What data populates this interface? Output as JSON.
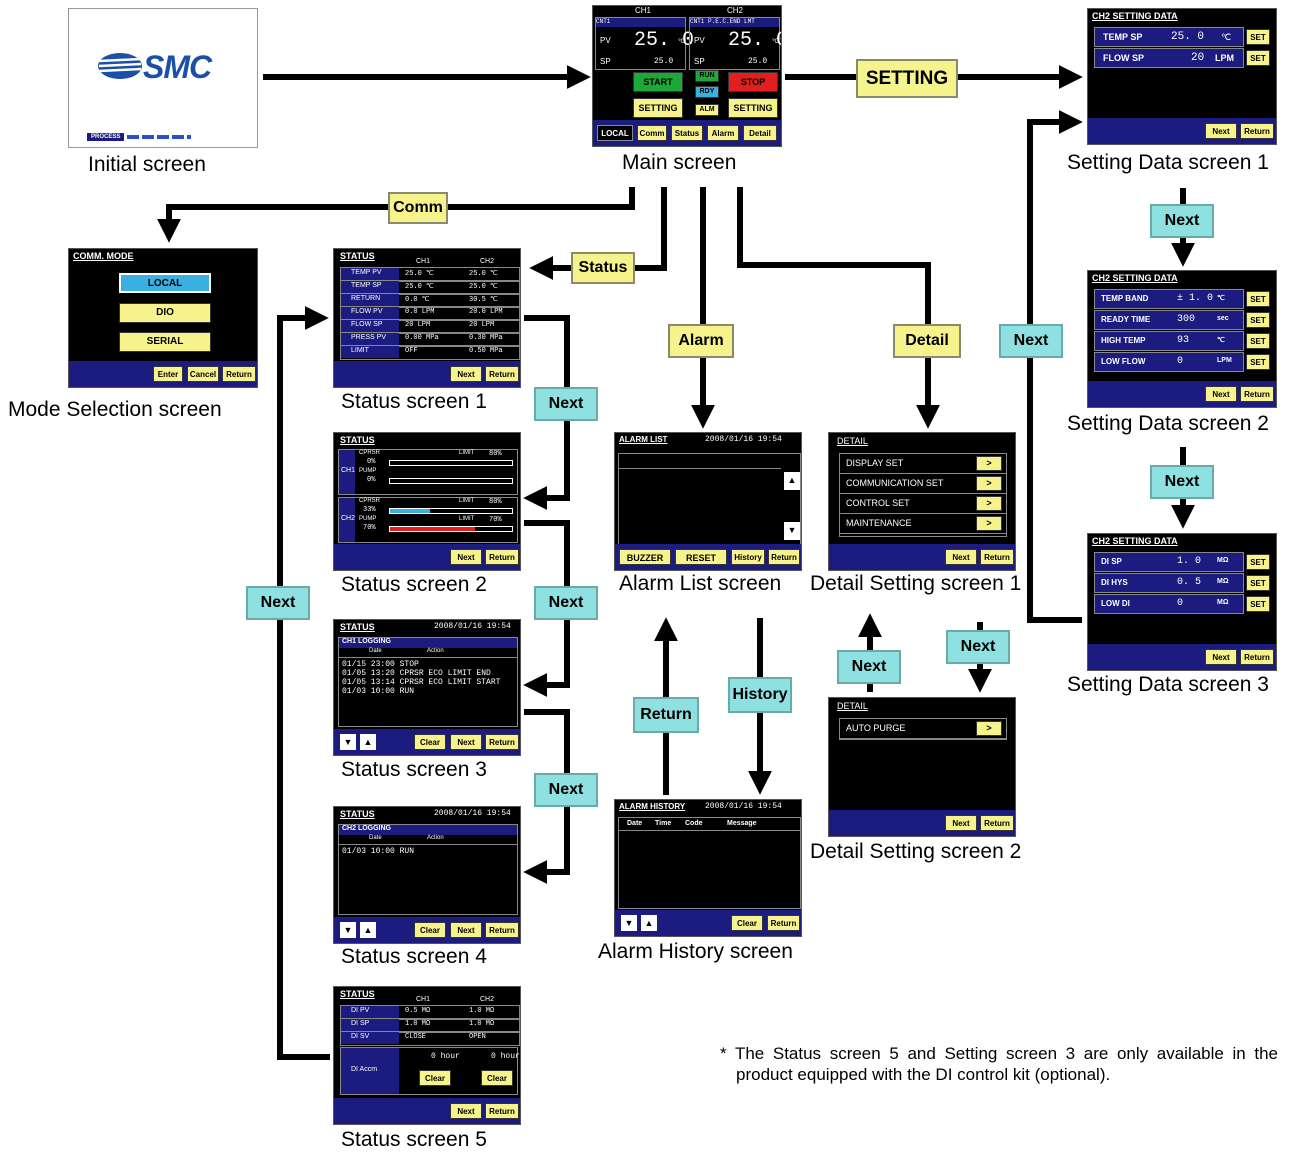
{
  "captions": {
    "initial": "Initial screen",
    "main": "Main screen",
    "setting1": "Setting Data screen 1",
    "setting2": "Setting Data screen 2",
    "setting3": "Setting Data screen 3",
    "mode": "Mode Selection screen",
    "status1": "Status screen 1",
    "status2": "Status screen 2",
    "status3": "Status screen 3",
    "status4": "Status screen 4",
    "status5": "Status screen 5",
    "alarm_list": "Alarm List screen",
    "alarm_history": "Alarm History screen",
    "detail1": "Detail Setting screen 1",
    "detail2": "Detail Setting screen 2"
  },
  "flow_labels": {
    "setting": "SETTING",
    "comm": "Comm",
    "status": "Status",
    "alarm": "Alarm",
    "detail": "Detail",
    "next": "Next",
    "return": "Return",
    "history": "History"
  },
  "footnote": "* The Status screen 5 and Setting screen 3 are only available in the product equipped with the DI control kit (optional).",
  "initial_screen": {
    "logo": "SMC",
    "process": "PROCESS"
  },
  "main_screen": {
    "ch1": "CH1",
    "ch2": "CH2",
    "ch1_tag": "CNT1",
    "ch2_tag": "CNT1 P.E.C.END LMT",
    "pv_label": "PV",
    "sp_label": "SP",
    "ch1_pv": "25. 0",
    "ch2_pv": "25. 0",
    "unit": "℃",
    "ch1_sp": "25.0",
    "ch2_sp": "25.0",
    "start": "START",
    "stop": "STOP",
    "run": "RUN",
    "rdy": "RDY",
    "alm": "ALM",
    "setting": "SETTING",
    "local": "LOCAL",
    "comm": "Comm",
    "status": "Status",
    "alarm": "Alarm",
    "detail": "Detail"
  },
  "setting1": {
    "title": "CH2 SETTING DATA",
    "rows": [
      {
        "label": "TEMP SP",
        "value": "25. 0",
        "unit": "℃",
        "btn": "SET"
      },
      {
        "label": "FLOW SP",
        "value": "20",
        "unit": "LPM",
        "btn": "SET"
      }
    ],
    "next": "Next",
    "return": "Return"
  },
  "setting2": {
    "title": "CH2 SETTING DATA",
    "rows": [
      {
        "label": "TEMP BAND",
        "value": "± 1. 0",
        "unit": "℃",
        "btn": "SET"
      },
      {
        "label": "READY TIME",
        "value": "300",
        "unit": "sec",
        "btn": "SET"
      },
      {
        "label": "HIGH TEMP",
        "value": "93",
        "unit": "℃",
        "btn": "SET"
      },
      {
        "label": "LOW FLOW",
        "value": "0",
        "unit": "LPM",
        "btn": "SET"
      }
    ],
    "next": "Next",
    "return": "Return"
  },
  "setting3": {
    "title": "CH2 SETTING DATA",
    "rows": [
      {
        "label": "DI SP",
        "value": "1. 0",
        "unit": "MΩ",
        "btn": "SET"
      },
      {
        "label": "DI HYS",
        "value": "0. 5",
        "unit": "MΩ",
        "btn": "SET"
      },
      {
        "label": "LOW DI",
        "value": "0",
        "unit": "MΩ",
        "btn": "SET"
      }
    ],
    "next": "Next",
    "return": "Return"
  },
  "mode_screen": {
    "title": "COMM. MODE",
    "local": "LOCAL",
    "dio": "DIO",
    "serial": "SERIAL",
    "enter": "Enter",
    "cancel": "Cancel",
    "return": "Return"
  },
  "status1": {
    "title": "STATUS",
    "ch1": "CH1",
    "ch2": "CH2",
    "rows": [
      {
        "label": "TEMP PV",
        "v1": "25.0 ℃",
        "v2": "25.0 ℃"
      },
      {
        "label": "TEMP SP",
        "v1": "25.0 ℃",
        "v2": "25.0 ℃"
      },
      {
        "label": "RETURN",
        "v1": "0.0 ℃",
        "v2": "30.5 ℃"
      },
      {
        "label": "FLOW PV",
        "v1": "0.0 LPM",
        "v2": "20.0 LPM"
      },
      {
        "label": "FLOW SP",
        "v1": "20 LPM",
        "v2": "20 LPM"
      },
      {
        "label": "PRESS PV",
        "v1": "0.00 MPa",
        "v2": "0.30 MPa"
      },
      {
        "label": "LIMIT",
        "v1": "OFF",
        "v2": "0.50 MPa"
      }
    ],
    "next": "Next",
    "return": "Return"
  },
  "status2": {
    "title": "STATUS",
    "ch1": "CH1",
    "ch2": "CH2",
    "cprsr": "CPRSR",
    "pump": "PUMP",
    "limit": "LIMIT",
    "ch1_cprsr": "0%",
    "ch1_pump": "0%",
    "ch1_limit": "80%",
    "ch2_cprsr": "33%",
    "ch2_pump": "70%",
    "ch2_limit_cprsr": "80%",
    "ch2_limit_pump": "70%",
    "ch2_cprsr_fill": 0.33,
    "ch2_pump_fill": 0.7,
    "next": "Next",
    "return": "Return"
  },
  "status3": {
    "title": "STATUS",
    "datetime": "2008/01/16 19:54",
    "log_title": "CH1 LOGGING",
    "col_date": "Date",
    "col_action": "Action",
    "lines": [
      "01/15 23:00 STOP",
      "01/05 13:20 CPRSR ECO LIMIT END",
      "01/05 13:14 CPRSR ECO LIMIT START",
      "01/03 10:00 RUN"
    ],
    "clear": "Clear",
    "next": "Next",
    "return": "Return"
  },
  "status4": {
    "title": "STATUS",
    "datetime": "2008/01/16 19:54",
    "log_title": "CH2 LOGGING",
    "col_date": "Date",
    "col_action": "Action",
    "lines": [
      "01/03 10:00 RUN"
    ],
    "clear": "Clear",
    "next": "Next",
    "return": "Return"
  },
  "status5": {
    "title": "STATUS",
    "ch1": "CH1",
    "ch2": "CH2",
    "rows": [
      {
        "label": "DI PV",
        "v1": "0.5 MΩ",
        "v2": "1.0 MΩ"
      },
      {
        "label": "DI SP",
        "v1": "1.0 MΩ",
        "v2": "1.0 MΩ"
      },
      {
        "label": "DI SV",
        "v1": "CLOSE",
        "v2": "OPEN"
      }
    ],
    "accm_label": "DI Accm",
    "accm1": "0 hour",
    "accm2": "0 hour",
    "clear": "Clear",
    "next": "Next",
    "return": "Return"
  },
  "alarm_list": {
    "title": "ALARM LIST",
    "datetime": "2008/01/16 19:54",
    "buzzer": "BUZZER",
    "reset": "RESET",
    "history": "History",
    "return": "Return"
  },
  "alarm_history": {
    "title": "ALARM HISTORY",
    "datetime": "2008/01/16 19:54",
    "col_date": "Date",
    "col_time": "Time",
    "col_code": "Code",
    "col_message": "Message",
    "clear": "Clear",
    "return": "Return"
  },
  "detail1": {
    "title": "DETAIL",
    "items": [
      "DISPLAY SET",
      "COMMUNICATION SET",
      "CONTROL SET",
      "MAINTENANCE"
    ],
    "next": "Next",
    "return": "Return"
  },
  "detail2": {
    "title": "DETAIL",
    "items": [
      "AUTO PURGE"
    ],
    "next": "Next",
    "return": "Return"
  }
}
